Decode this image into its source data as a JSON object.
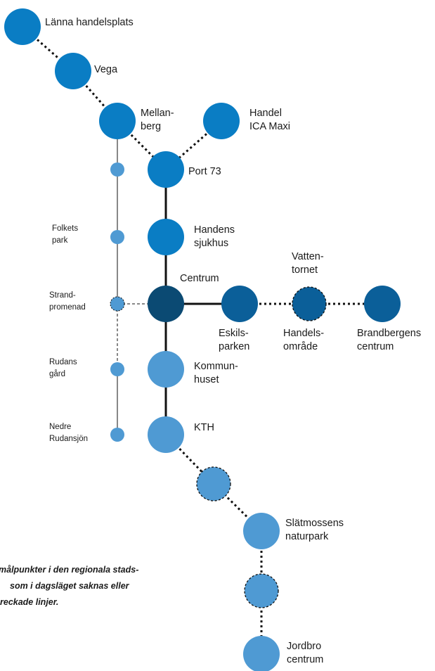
{
  "colors": {
    "node_dark": "#0b4a73",
    "node_mid": "#0b5f99",
    "node_bright": "#0a7dc4",
    "node_light": "#4f9ad3",
    "line": "#111111"
  },
  "stations": {
    "lanna": [
      "Länna handelsplats"
    ],
    "vega": [
      "Vega"
    ],
    "mellanberg": [
      "Mellan-",
      "berg"
    ],
    "handel_ica": [
      "Handel",
      "ICA Maxi"
    ],
    "port73": [
      "Port 73"
    ],
    "handens_sjukhus": [
      "Handens",
      "sjukhus"
    ],
    "centrum": [
      "Centrum"
    ],
    "eskilsparken": [
      "Eskils-",
      "parken"
    ],
    "vattentornet": [
      "Vatten-",
      "tornet"
    ],
    "handelsomrade": [
      "Handels-",
      "område"
    ],
    "brandbergen": [
      "Brandbergens",
      "centrum"
    ],
    "kommunhuset": [
      "Kommun-",
      "huset"
    ],
    "kth": [
      "KTH"
    ],
    "slatmossen": [
      "Slätmossens",
      "naturpark"
    ],
    "jordbro": [
      "Jordbro",
      "centrum"
    ],
    "folkets_park": [
      "Folkets",
      "park"
    ],
    "strandpromenad": [
      "Strand-",
      "promenad"
    ],
    "rudans_gard": [
      "Rudans",
      "gård"
    ],
    "nedre_rudansjon": [
      "Nedre",
      "Rudansjön"
    ]
  },
  "caption": [
    "målpunkter i den regionala stads-",
    "som i dagsläget saknas eller",
    "reckade linjer."
  ]
}
